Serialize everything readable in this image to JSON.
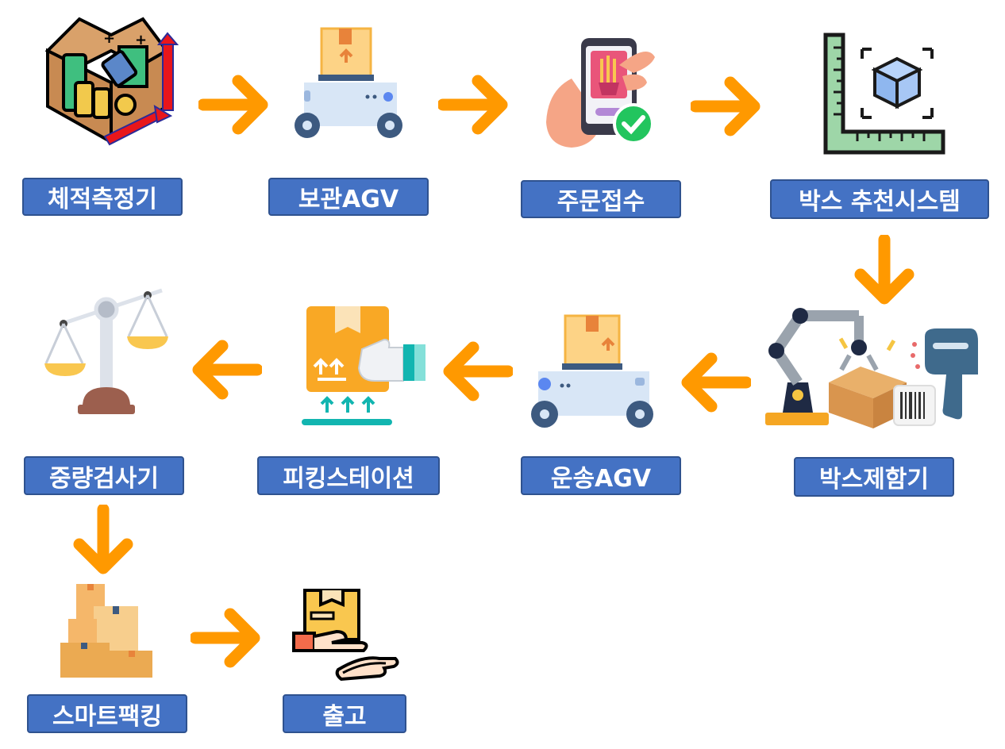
{
  "steps": [
    {
      "label": "체적측정기"
    },
    {
      "label": "보관AGV"
    },
    {
      "label": "주문접수"
    },
    {
      "label": "박스 추천시스템"
    },
    {
      "label": "박스제함기"
    },
    {
      "label": "운송AGV"
    },
    {
      "label": "피킹스테이션"
    },
    {
      "label": "중량검사기"
    },
    {
      "label": "스마트팩킹"
    },
    {
      "label": "출고"
    }
  ],
  "colors": {
    "label_bg": "#4472C4",
    "label_border": "#2F528F",
    "arrow": "#FF9900"
  }
}
